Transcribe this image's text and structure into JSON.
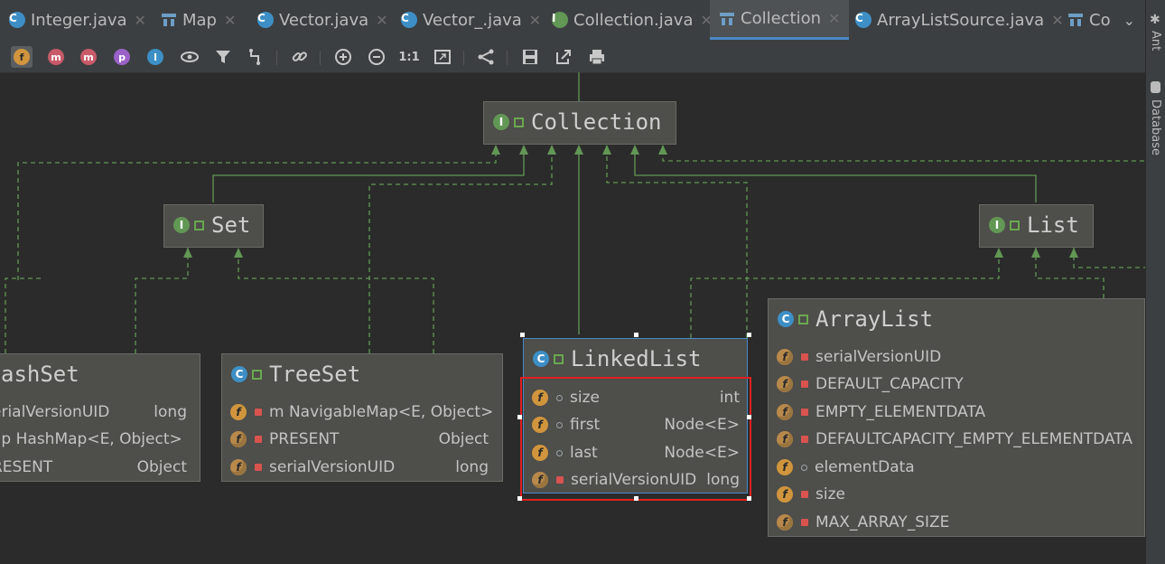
{
  "tabs": [
    {
      "label": "Integer.java",
      "icon": "class-icon",
      "active": false
    },
    {
      "label": "Map",
      "icon": "diagram-icon",
      "active": false
    },
    {
      "label": "Vector.java",
      "icon": "class-icon",
      "active": false
    },
    {
      "label": "Vector_.java",
      "icon": "class-icon",
      "active": false
    },
    {
      "label": "Collection.java",
      "icon": "interface-icon",
      "active": false
    },
    {
      "label": "Collection",
      "icon": "diagram-icon",
      "active": true
    },
    {
      "label": "ArrayListSource.java",
      "icon": "class-icon",
      "active": false
    },
    {
      "label": "Co",
      "icon": "diagram-icon",
      "active": false
    }
  ],
  "toolbar": {
    "fields": "f",
    "methods": "m",
    "methods2": "m",
    "properties": "p",
    "inner": "I",
    "actual_size": "1:1"
  },
  "side": {
    "ant": "Ant",
    "database": "Database"
  },
  "diagram": {
    "collection": {
      "title": "Collection"
    },
    "set": {
      "title": "Set"
    },
    "list": {
      "title": "List"
    },
    "hashset": {
      "title": "ashSet",
      "fields": [
        {
          "name": "erialVersionUID",
          "type": "long"
        },
        {
          "name": "ap  HashMap<E, Object>",
          "type": ""
        },
        {
          "name": "RESENT",
          "type": "Object"
        }
      ]
    },
    "treeset": {
      "title": "TreeSet",
      "fields": [
        {
          "name": "m  NavigableMap<E, Object>",
          "type": ""
        },
        {
          "name": "PRESENT",
          "type": "Object"
        },
        {
          "name": "serialVersionUID",
          "type": "long"
        }
      ]
    },
    "linkedlist": {
      "title": "LinkedList",
      "fields": [
        {
          "name": "size",
          "type": "int"
        },
        {
          "name": "first",
          "type": "Node<E>"
        },
        {
          "name": "last",
          "type": "Node<E>"
        },
        {
          "name": "serialVersionUID",
          "type": "long"
        }
      ]
    },
    "arraylist": {
      "title": "ArrayList",
      "fields": [
        {
          "name": "serialVersionUID",
          "type": ""
        },
        {
          "name": "DEFAULT_CAPACITY",
          "type": ""
        },
        {
          "name": "EMPTY_ELEMENTDATA",
          "type": ""
        },
        {
          "name": "DEFAULTCAPACITY_EMPTY_ELEMENTDATA",
          "type": ""
        },
        {
          "name": "elementData",
          "type": ""
        },
        {
          "name": "size",
          "type": ""
        },
        {
          "name": "MAX_ARRAY_SIZE",
          "type": ""
        }
      ]
    }
  },
  "colors": {
    "accent": "#4a88c7",
    "selection": "#e02020",
    "interface": "#629755",
    "class": "#3d8fc6",
    "field": "#d1953d"
  }
}
